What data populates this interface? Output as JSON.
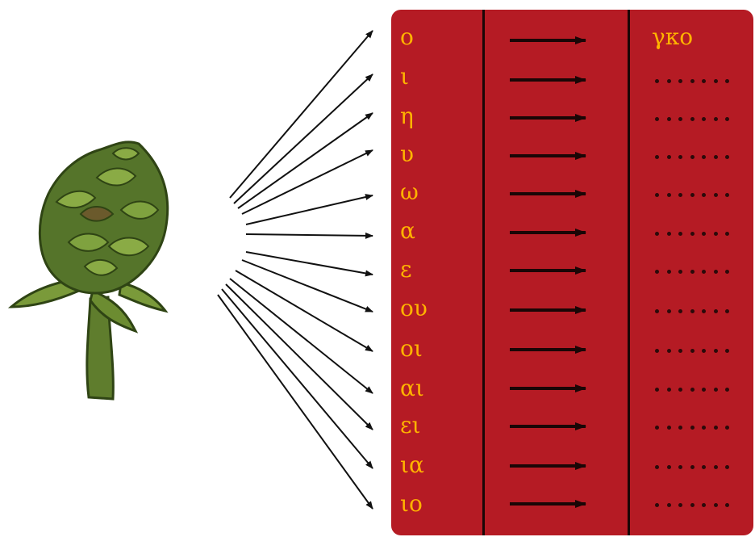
{
  "rows": [
    {
      "letter": "ο",
      "result": "γκο"
    },
    {
      "letter": "ι",
      "result": ""
    },
    {
      "letter": "η",
      "result": ""
    },
    {
      "letter": "υ",
      "result": ""
    },
    {
      "letter": "ω",
      "result": ""
    },
    {
      "letter": "α",
      "result": ""
    },
    {
      "letter": "ε",
      "result": ""
    },
    {
      "letter": "ου",
      "result": ""
    },
    {
      "letter": "οι",
      "result": ""
    },
    {
      "letter": "αι",
      "result": ""
    },
    {
      "letter": "ει",
      "result": ""
    },
    {
      "letter": "ια",
      "result": ""
    },
    {
      "letter": "ιο",
      "result": ""
    }
  ],
  "colors": {
    "panel": "#b51b24",
    "letters": "#ffb300",
    "arrows": "#1a0606",
    "plant_dark": "#3f5a1e",
    "plant_light": "#7a9a3a"
  },
  "icons": {
    "picture": "artichoke-illustration",
    "row_arrow": "right-arrow-icon",
    "blank": "dotted-blank-line"
  }
}
